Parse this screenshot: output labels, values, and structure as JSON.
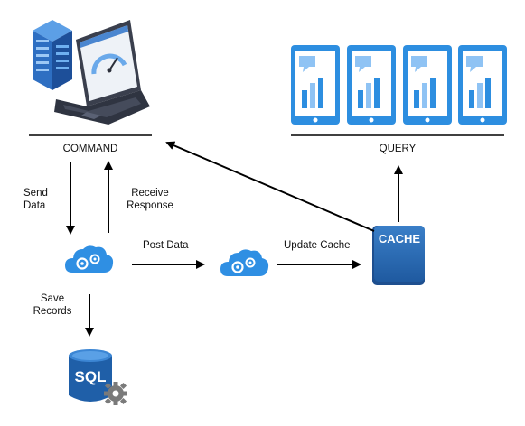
{
  "command_section": {
    "label": "COMMAND",
    "icon": "server-laptop-icon"
  },
  "query_section": {
    "label": "QUERY",
    "icon": "mobile-bar-chart-icon",
    "device_count": 4
  },
  "cache": {
    "label": "CACHE",
    "color": "#2e6db4"
  },
  "database": {
    "label": "SQL",
    "icon": "sql-database-gear-icon",
    "color": "#1f5fa8"
  },
  "edges": {
    "send_data": [
      "Send",
      "Data"
    ],
    "receive_response": [
      "Receive",
      "Response"
    ],
    "post_data": "Post Data",
    "update_cache": "Update Cache",
    "save_records": [
      "Save",
      "Records"
    ]
  },
  "colors": {
    "accent_blue": "#2d8ee0",
    "cloud_blue": "#2f8fe3",
    "arrow": "#000000"
  }
}
